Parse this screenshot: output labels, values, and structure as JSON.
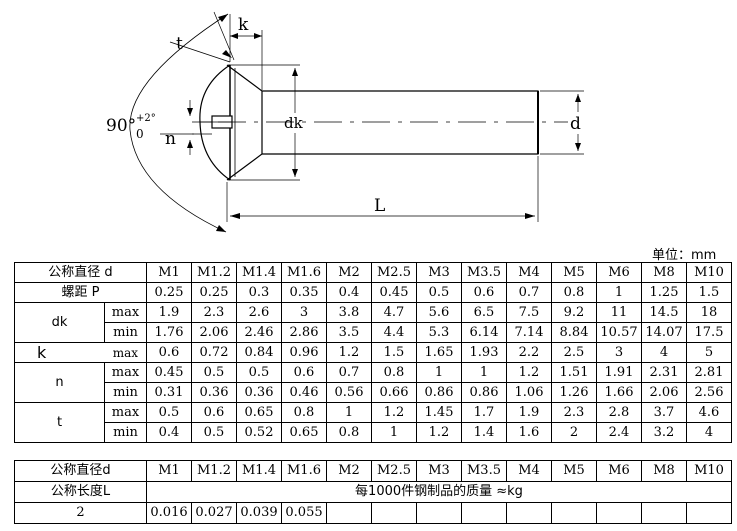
{
  "drawing": {
    "labels": {
      "t": "t",
      "k": "k",
      "angle": "90°",
      "angle_sup": "+2°",
      "angle_sub": "0",
      "n": "n",
      "dk": "dk",
      "d": "d",
      "L": "L"
    }
  },
  "unit_label": "单位：mm",
  "table1": {
    "header_label": "公称直径 d",
    "sizes": [
      "M1",
      "M1.2",
      "M1.4",
      "M1.6",
      "M2",
      "M2.5",
      "M3",
      "M3.5",
      "M4",
      "M5",
      "M6",
      "M8",
      "M10"
    ],
    "pitch": {
      "label": "螺距 P",
      "values": [
        "0.25",
        "0.25",
        "0.3",
        "0.35",
        "0.4",
        "0.45",
        "0.5",
        "0.6",
        "0.7",
        "0.8",
        "1",
        "1.25",
        "1.5"
      ]
    },
    "dk": {
      "label": "dk",
      "max": {
        "label": "max",
        "values": [
          "1.9",
          "2.3",
          "2.6",
          "3",
          "3.8",
          "4.7",
          "5.6",
          "6.5",
          "7.5",
          "9.2",
          "11",
          "14.5",
          "18"
        ]
      },
      "min": {
        "label": "min",
        "values": [
          "1.76",
          "2.06",
          "2.46",
          "2.86",
          "3.5",
          "4.4",
          "5.3",
          "6.14",
          "7.14",
          "8.84",
          "10.57",
          "14.07",
          "17.5"
        ]
      }
    },
    "k": {
      "label": "k",
      "sub": "max",
      "values": [
        "0.6",
        "0.72",
        "0.84",
        "0.96",
        "1.2",
        "1.5",
        "1.65",
        "1.93",
        "2.2",
        "2.5",
        "3",
        "4",
        "5"
      ]
    },
    "n": {
      "label": "n",
      "max": {
        "label": "max",
        "values": [
          "0.45",
          "0.5",
          "0.5",
          "0.6",
          "0.7",
          "0.8",
          "1",
          "1",
          "1.2",
          "1.51",
          "1.91",
          "2.31",
          "2.81"
        ]
      },
      "min": {
        "label": "min",
        "values": [
          "0.31",
          "0.36",
          "0.36",
          "0.46",
          "0.56",
          "0.66",
          "0.86",
          "0.86",
          "1.06",
          "1.26",
          "1.66",
          "2.06",
          "2.56"
        ]
      }
    },
    "t": {
      "label": "t",
      "max": {
        "label": "max",
        "values": [
          "0.5",
          "0.6",
          "0.65",
          "0.8",
          "1",
          "1.2",
          "1.45",
          "1.7",
          "1.9",
          "2.3",
          "2.8",
          "3.7",
          "4.6"
        ]
      },
      "min": {
        "label": "min",
        "values": [
          "0.4",
          "0.5",
          "0.52",
          "0.65",
          "0.8",
          "1",
          "1.2",
          "1.4",
          "1.6",
          "2",
          "2.4",
          "3.2",
          "4"
        ]
      }
    }
  },
  "table2": {
    "header_label": "公称直径d",
    "sizes": [
      "M1",
      "M1.2",
      "M1.4",
      "M1.6",
      "M2",
      "M2.5",
      "M3",
      "M3.5",
      "M4",
      "M5",
      "M6",
      "M8",
      "M10"
    ],
    "length_label": "公称长度L",
    "mass_label": "每1000件钢制品的质量 ≈kg",
    "rows": [
      {
        "L": "2",
        "values": [
          "0.016",
          "0.027",
          "0.039",
          "0.055",
          "",
          "",
          "",
          "",
          "",
          "",
          "",
          "",
          ""
        ]
      }
    ]
  }
}
